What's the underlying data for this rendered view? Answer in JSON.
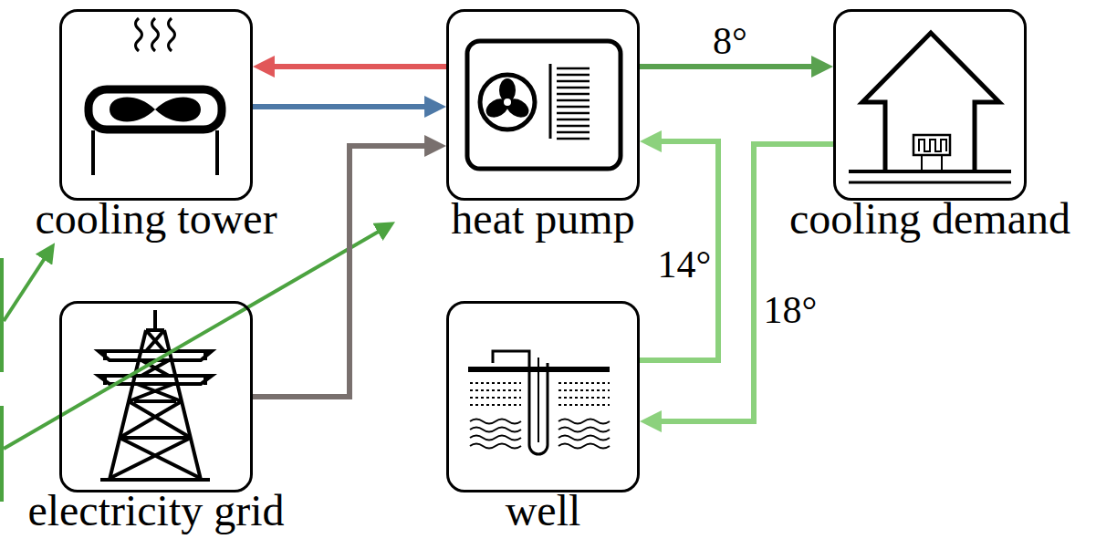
{
  "diagram": {
    "nodes": [
      {
        "text": [
          "cooling tower"
        ]
      },
      {
        "text": [
          "heat pump"
        ]
      },
      {
        "text": [
          "cooling demand"
        ]
      },
      {
        "text": [
          "electricity grid"
        ]
      },
      {
        "text": [
          "well"
        ]
      }
    ],
    "edges": [
      {
        "from": 1,
        "to": 0,
        "arrow": "to"
      },
      {
        "from": 0,
        "to": 1,
        "arrow": "to"
      },
      {
        "from": 3,
        "to": 1,
        "arrow": "to"
      },
      {
        "from": 1,
        "to": 2,
        "label": "8°",
        "arrow": "to"
      },
      {
        "from": 4,
        "to": 1,
        "label": "14°",
        "arrow": "to"
      },
      {
        "from": 2,
        "to": 4,
        "label": "18°",
        "arrow": "to"
      }
    ]
  }
}
